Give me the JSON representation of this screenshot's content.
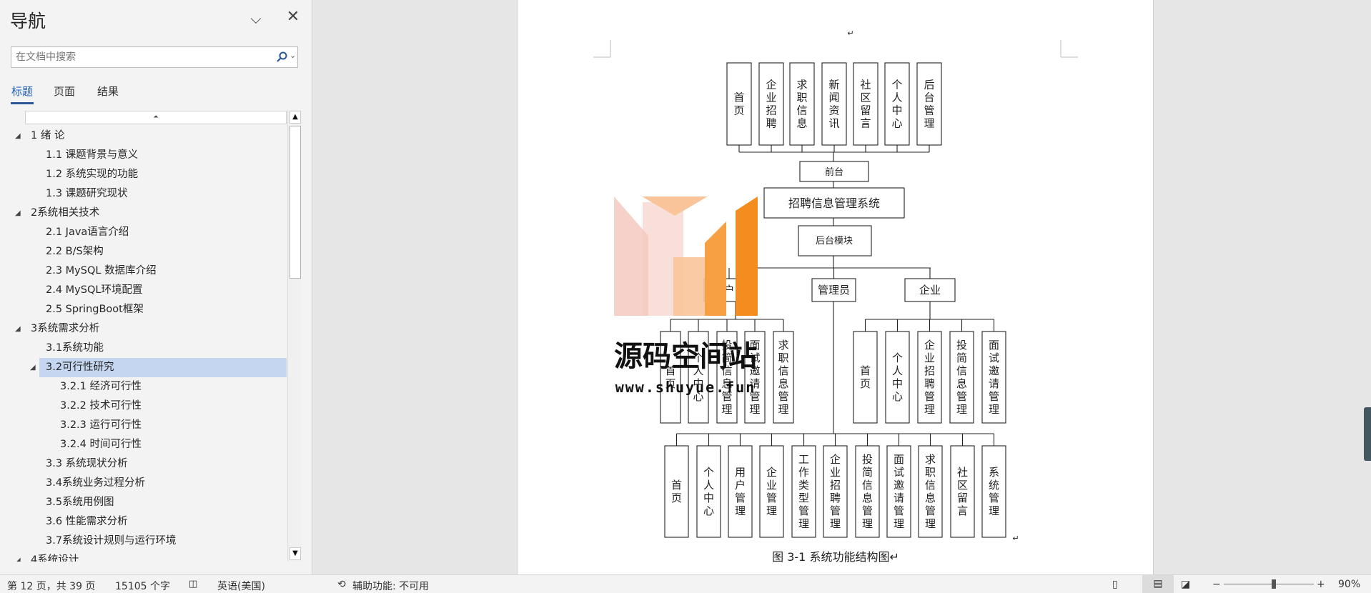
{
  "nav": {
    "title": "导航",
    "search_placeholder": "在文档中搜索",
    "tabs": [
      "标题",
      "页面",
      "结果"
    ],
    "items": [
      {
        "label": "1 绪 论",
        "level": 1,
        "expanded": true
      },
      {
        "label": "1.1 课题背景与意义",
        "level": 2
      },
      {
        "label": "1.2 系统实现的功能",
        "level": 2
      },
      {
        "label": "1.3 课题研究现状",
        "level": 2
      },
      {
        "label": "2系统相关技术",
        "level": 1,
        "expanded": true
      },
      {
        "label": "2.1 Java语言介绍",
        "level": 2
      },
      {
        "label": "2.2 B/S架构",
        "level": 2
      },
      {
        "label": "2.3 MySQL 数据库介绍",
        "level": 2
      },
      {
        "label": "2.4 MySQL环境配置",
        "level": 2
      },
      {
        "label": "2.5 SpringBoot框架",
        "level": 2
      },
      {
        "label": "3系统需求分析",
        "level": 1,
        "expanded": true
      },
      {
        "label": "3.1系统功能",
        "level": 2
      },
      {
        "label": "3.2可行性研究",
        "level": 2,
        "expanded": true,
        "selected": true
      },
      {
        "label": "3.2.1 经济可行性",
        "level": 3
      },
      {
        "label": "3.2.2 技术可行性",
        "level": 3
      },
      {
        "label": "3.2.3 运行可行性",
        "level": 3
      },
      {
        "label": "3.2.4 时间可行性",
        "level": 3
      },
      {
        "label": "3.3 系统现状分析",
        "level": 2
      },
      {
        "label": "3.4系统业务过程分析",
        "level": 2
      },
      {
        "label": "3.5系统用例图",
        "level": 2
      },
      {
        "label": "3.6 性能需求分析",
        "level": 2
      },
      {
        "label": "3.7系统设计规则与运行环境",
        "level": 2
      },
      {
        "label": "4系统设计",
        "level": 1,
        "expanded": true
      }
    ]
  },
  "diagram": {
    "top_items": [
      "首页",
      "企业招聘",
      "求职信息",
      "新闻资讯",
      "社区留言",
      "个人中心",
      "后台管理"
    ],
    "frontend": "前台",
    "system": "招聘信息管理系统",
    "backend": "后台模块",
    "roles": [
      "户",
      "管理员",
      "企业"
    ],
    "user_items": [
      "首页",
      "个人中心",
      "投简信息管理",
      "面试邀请管理",
      "求职信息管理"
    ],
    "company_items": [
      "首页",
      "个人中心",
      "企业招聘管理",
      "投简信息管理",
      "面试邀请管理"
    ],
    "admin_items": [
      "首页",
      "个人中心",
      "用户管理",
      "企业管理",
      "工作类型管理",
      "企业招聘管理",
      "投简信息管理",
      "面试邀请管理",
      "求职信息管理",
      "社区留言",
      "系统管理"
    ],
    "caption": "图 3-1 系统功能结构图",
    "para_mark": "↵"
  },
  "watermark": {
    "title": "源码空间站",
    "url": "www.shuyue.fun",
    "colors": [
      "#f5c9c0",
      "#f9c49a",
      "#f7a043",
      "#f58c1f"
    ]
  },
  "status": {
    "page": "第 12 页，共 39 页",
    "words": "15105 个字",
    "lang": "英语(美国)",
    "access": "辅助功能: 不可用",
    "zoom": "90%",
    "zoom_level": 0.9
  }
}
